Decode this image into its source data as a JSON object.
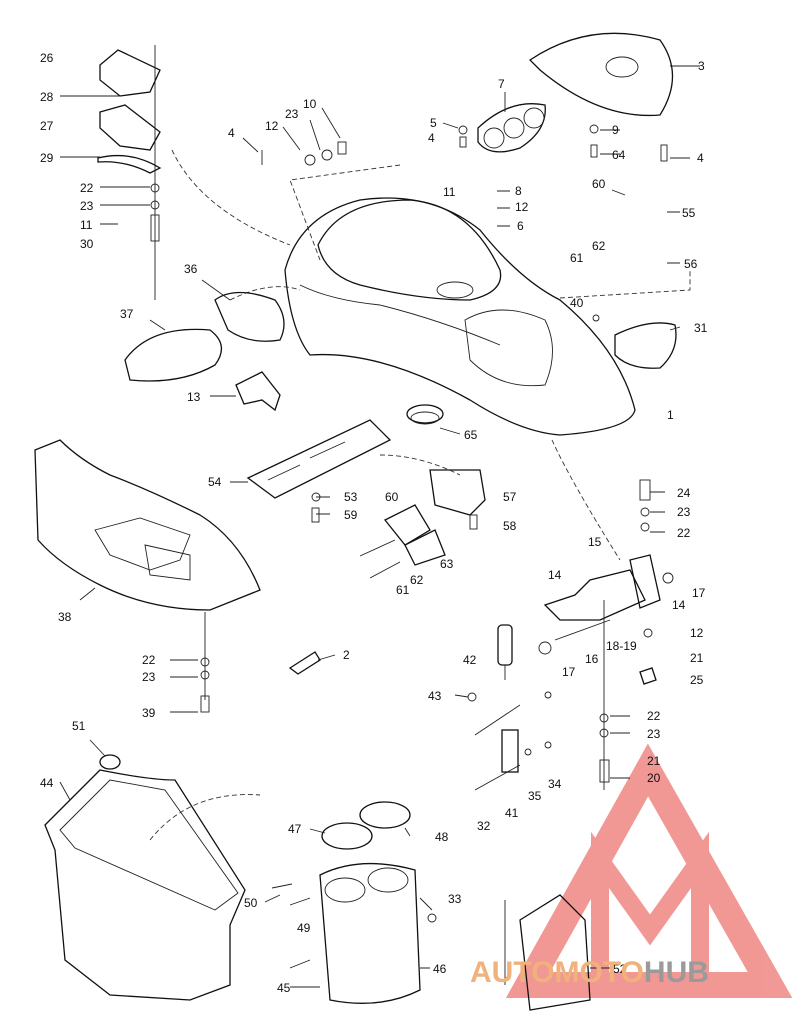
{
  "watermark": {
    "text_a": "AUTOMOTO",
    "text_b": "HUB",
    "accent_color": "#e6453f",
    "secondary_color": "#9a9a9a"
  },
  "callouts": [
    {
      "id": "c26",
      "text": "26"
    },
    {
      "id": "c28",
      "text": "28"
    },
    {
      "id": "c27",
      "text": "27"
    },
    {
      "id": "c29",
      "text": "29"
    },
    {
      "id": "c22a",
      "text": "22"
    },
    {
      "id": "c23a",
      "text": "23"
    },
    {
      "id": "c11a",
      "text": "11"
    },
    {
      "id": "c30",
      "text": "30"
    },
    {
      "id": "c4a",
      "text": "4"
    },
    {
      "id": "c12a",
      "text": "12"
    },
    {
      "id": "c23b",
      "text": "23"
    },
    {
      "id": "c10",
      "text": "10"
    },
    {
      "id": "c7",
      "text": "7"
    },
    {
      "id": "c5",
      "text": "5"
    },
    {
      "id": "c4b",
      "text": "4"
    },
    {
      "id": "c3",
      "text": "3"
    },
    {
      "id": "c9",
      "text": "9"
    },
    {
      "id": "c64",
      "text": "64"
    },
    {
      "id": "c4c",
      "text": "4"
    },
    {
      "id": "c11b",
      "text": "11"
    },
    {
      "id": "c8",
      "text": "8"
    },
    {
      "id": "c12b",
      "text": "12"
    },
    {
      "id": "c6",
      "text": "6"
    },
    {
      "id": "c60a",
      "text": "60"
    },
    {
      "id": "c55",
      "text": "55"
    },
    {
      "id": "c61a",
      "text": "61"
    },
    {
      "id": "c62a",
      "text": "62"
    },
    {
      "id": "c56",
      "text": "56"
    },
    {
      "id": "c36",
      "text": "36"
    },
    {
      "id": "c37",
      "text": "37"
    },
    {
      "id": "c40",
      "text": "40"
    },
    {
      "id": "c31",
      "text": "31"
    },
    {
      "id": "c13",
      "text": "13"
    },
    {
      "id": "c1",
      "text": "1"
    },
    {
      "id": "c65",
      "text": "65"
    },
    {
      "id": "c54",
      "text": "54"
    },
    {
      "id": "c53",
      "text": "53"
    },
    {
      "id": "c59",
      "text": "59"
    },
    {
      "id": "c60b",
      "text": "60"
    },
    {
      "id": "c57",
      "text": "57"
    },
    {
      "id": "c58",
      "text": "58"
    },
    {
      "id": "c63",
      "text": "63"
    },
    {
      "id": "c62b",
      "text": "62"
    },
    {
      "id": "c61b",
      "text": "61"
    },
    {
      "id": "c24",
      "text": "24"
    },
    {
      "id": "c23c",
      "text": "23"
    },
    {
      "id": "c22b",
      "text": "22"
    },
    {
      "id": "c15",
      "text": "15"
    },
    {
      "id": "c14a",
      "text": "14"
    },
    {
      "id": "c17a",
      "text": "17"
    },
    {
      "id": "c14b",
      "text": "14"
    },
    {
      "id": "c12c",
      "text": "12"
    },
    {
      "id": "c1819",
      "text": "18-19"
    },
    {
      "id": "c16",
      "text": "16"
    },
    {
      "id": "c42",
      "text": "42"
    },
    {
      "id": "c17b",
      "text": "17"
    },
    {
      "id": "c21a",
      "text": "21"
    },
    {
      "id": "c25",
      "text": "25"
    },
    {
      "id": "c38",
      "text": "38"
    },
    {
      "id": "c22c",
      "text": "22"
    },
    {
      "id": "c23d",
      "text": "23"
    },
    {
      "id": "c39",
      "text": "39"
    },
    {
      "id": "c2",
      "text": "2"
    },
    {
      "id": "c43",
      "text": "43"
    },
    {
      "id": "c22d",
      "text": "22"
    },
    {
      "id": "c23e",
      "text": "23"
    },
    {
      "id": "c21b",
      "text": "21"
    },
    {
      "id": "c20",
      "text": "20"
    },
    {
      "id": "c35",
      "text": "35"
    },
    {
      "id": "c34",
      "text": "34"
    },
    {
      "id": "c41",
      "text": "41"
    },
    {
      "id": "c32",
      "text": "32"
    },
    {
      "id": "c51",
      "text": "51"
    },
    {
      "id": "c44",
      "text": "44"
    },
    {
      "id": "c47",
      "text": "47"
    },
    {
      "id": "c48",
      "text": "48"
    },
    {
      "id": "c33",
      "text": "33"
    },
    {
      "id": "c50",
      "text": "50"
    },
    {
      "id": "c49",
      "text": "49"
    },
    {
      "id": "c46",
      "text": "46"
    },
    {
      "id": "c45",
      "text": "45"
    },
    {
      "id": "c52",
      "text": "52"
    }
  ]
}
